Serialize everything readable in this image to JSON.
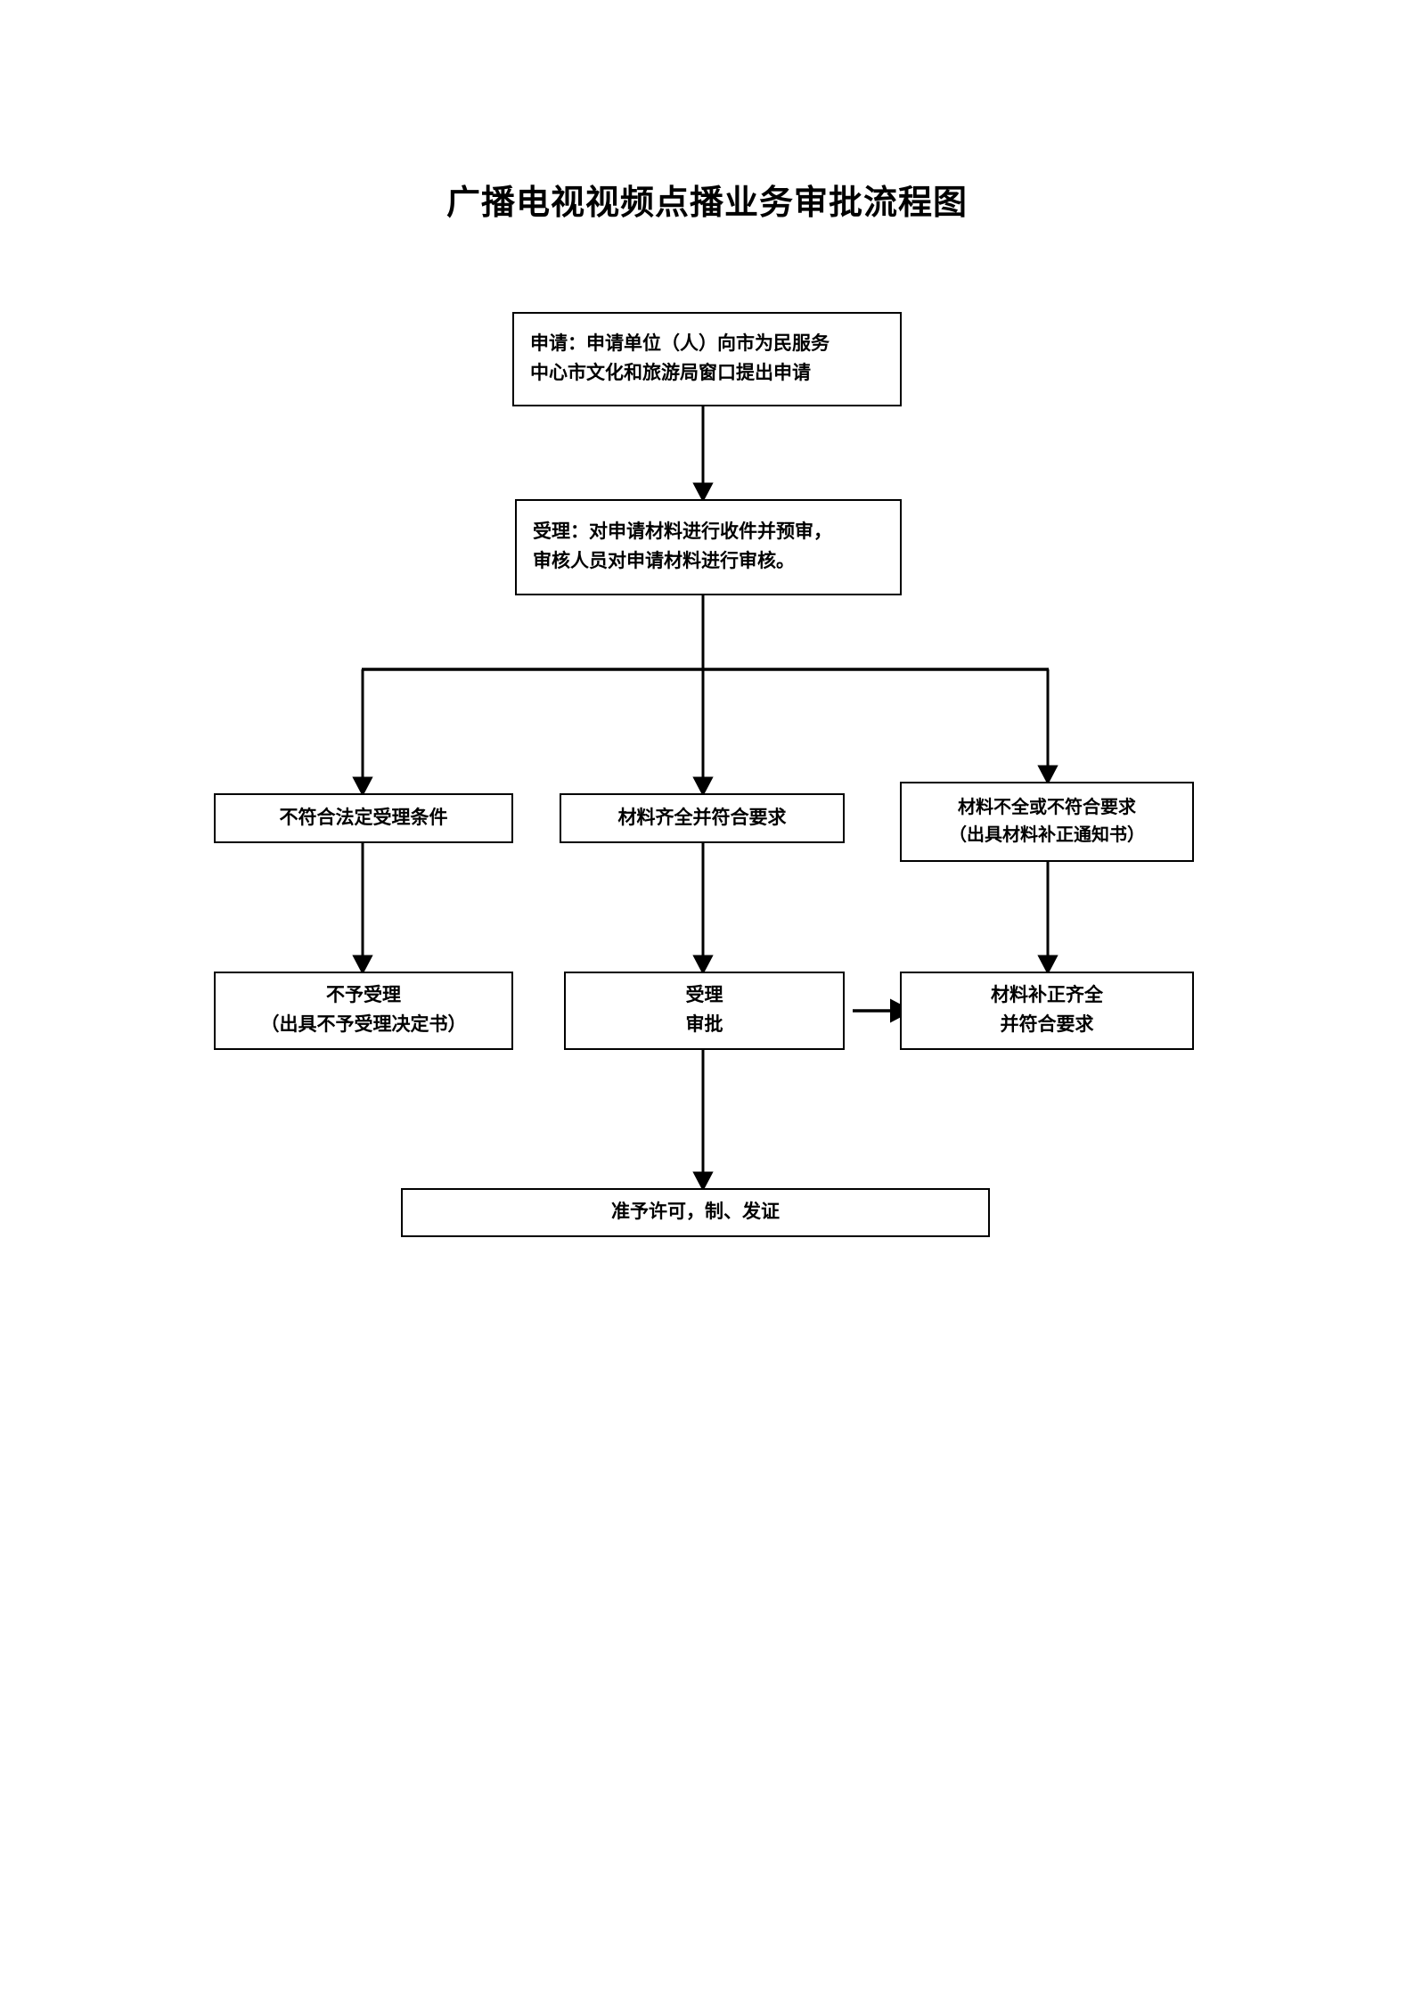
{
  "document": {
    "title": "广播电视视频点播业务审批流程图",
    "type": "flowchart",
    "language": "zh-CN",
    "background_color": "#ffffff",
    "line_color": "#000000",
    "text_color": "#000000"
  },
  "nodes": {
    "apply": {
      "id": "apply",
      "label": "申请",
      "line1": "申请：申请单位（人）向市为民服务",
      "line2": "中心市文化和旅游局窗口提出申请"
    },
    "accept": {
      "id": "accept",
      "label": "受理",
      "line1": "受理：对申请材料进行收件并预审，",
      "line2": "审核人员对申请材料进行审核。"
    },
    "not_meeting_conditions": {
      "id": "not_meeting_conditions",
      "line1": "不符合法定受理条件"
    },
    "materials_complete": {
      "id": "materials_complete",
      "line1": "材料齐全并符合要求"
    },
    "materials_incomplete": {
      "id": "materials_incomplete",
      "line1": "材料不全或不符合要求",
      "line2": "（出具材料补正通知书）"
    },
    "rejected": {
      "id": "rejected",
      "line1": "不予受理",
      "line2": "（出具不予受理决定书）"
    },
    "process_approve": {
      "id": "process_approve",
      "line1": "受理",
      "line2": "审批"
    },
    "materials_fixed": {
      "id": "materials_fixed",
      "line1": "材料补正齐全",
      "line2": "并符合要求"
    },
    "grant_license": {
      "id": "grant_license",
      "line1": "准予许可，制、发证"
    }
  },
  "edges": [
    {
      "from": "apply",
      "to": "accept",
      "style": "straight-down",
      "arrow": true
    },
    {
      "from": "accept",
      "to": "not_meeting_conditions",
      "style": "branch-left",
      "arrow": true
    },
    {
      "from": "accept",
      "to": "materials_complete",
      "style": "straight-down",
      "arrow": true
    },
    {
      "from": "accept",
      "to": "materials_incomplete",
      "style": "branch-right",
      "arrow": true
    },
    {
      "from": "not_meeting_conditions",
      "to": "rejected",
      "style": "straight-down",
      "arrow": true
    },
    {
      "from": "materials_complete",
      "to": "process_approve",
      "style": "straight-down",
      "arrow": true
    },
    {
      "from": "materials_incomplete",
      "to": "materials_fixed",
      "style": "straight-down",
      "arrow": true
    },
    {
      "from": "materials_fixed",
      "to": "process_approve",
      "style": "straight-left",
      "arrow": true
    },
    {
      "from": "process_approve",
      "to": "grant_license",
      "style": "straight-down",
      "arrow": true
    }
  ]
}
